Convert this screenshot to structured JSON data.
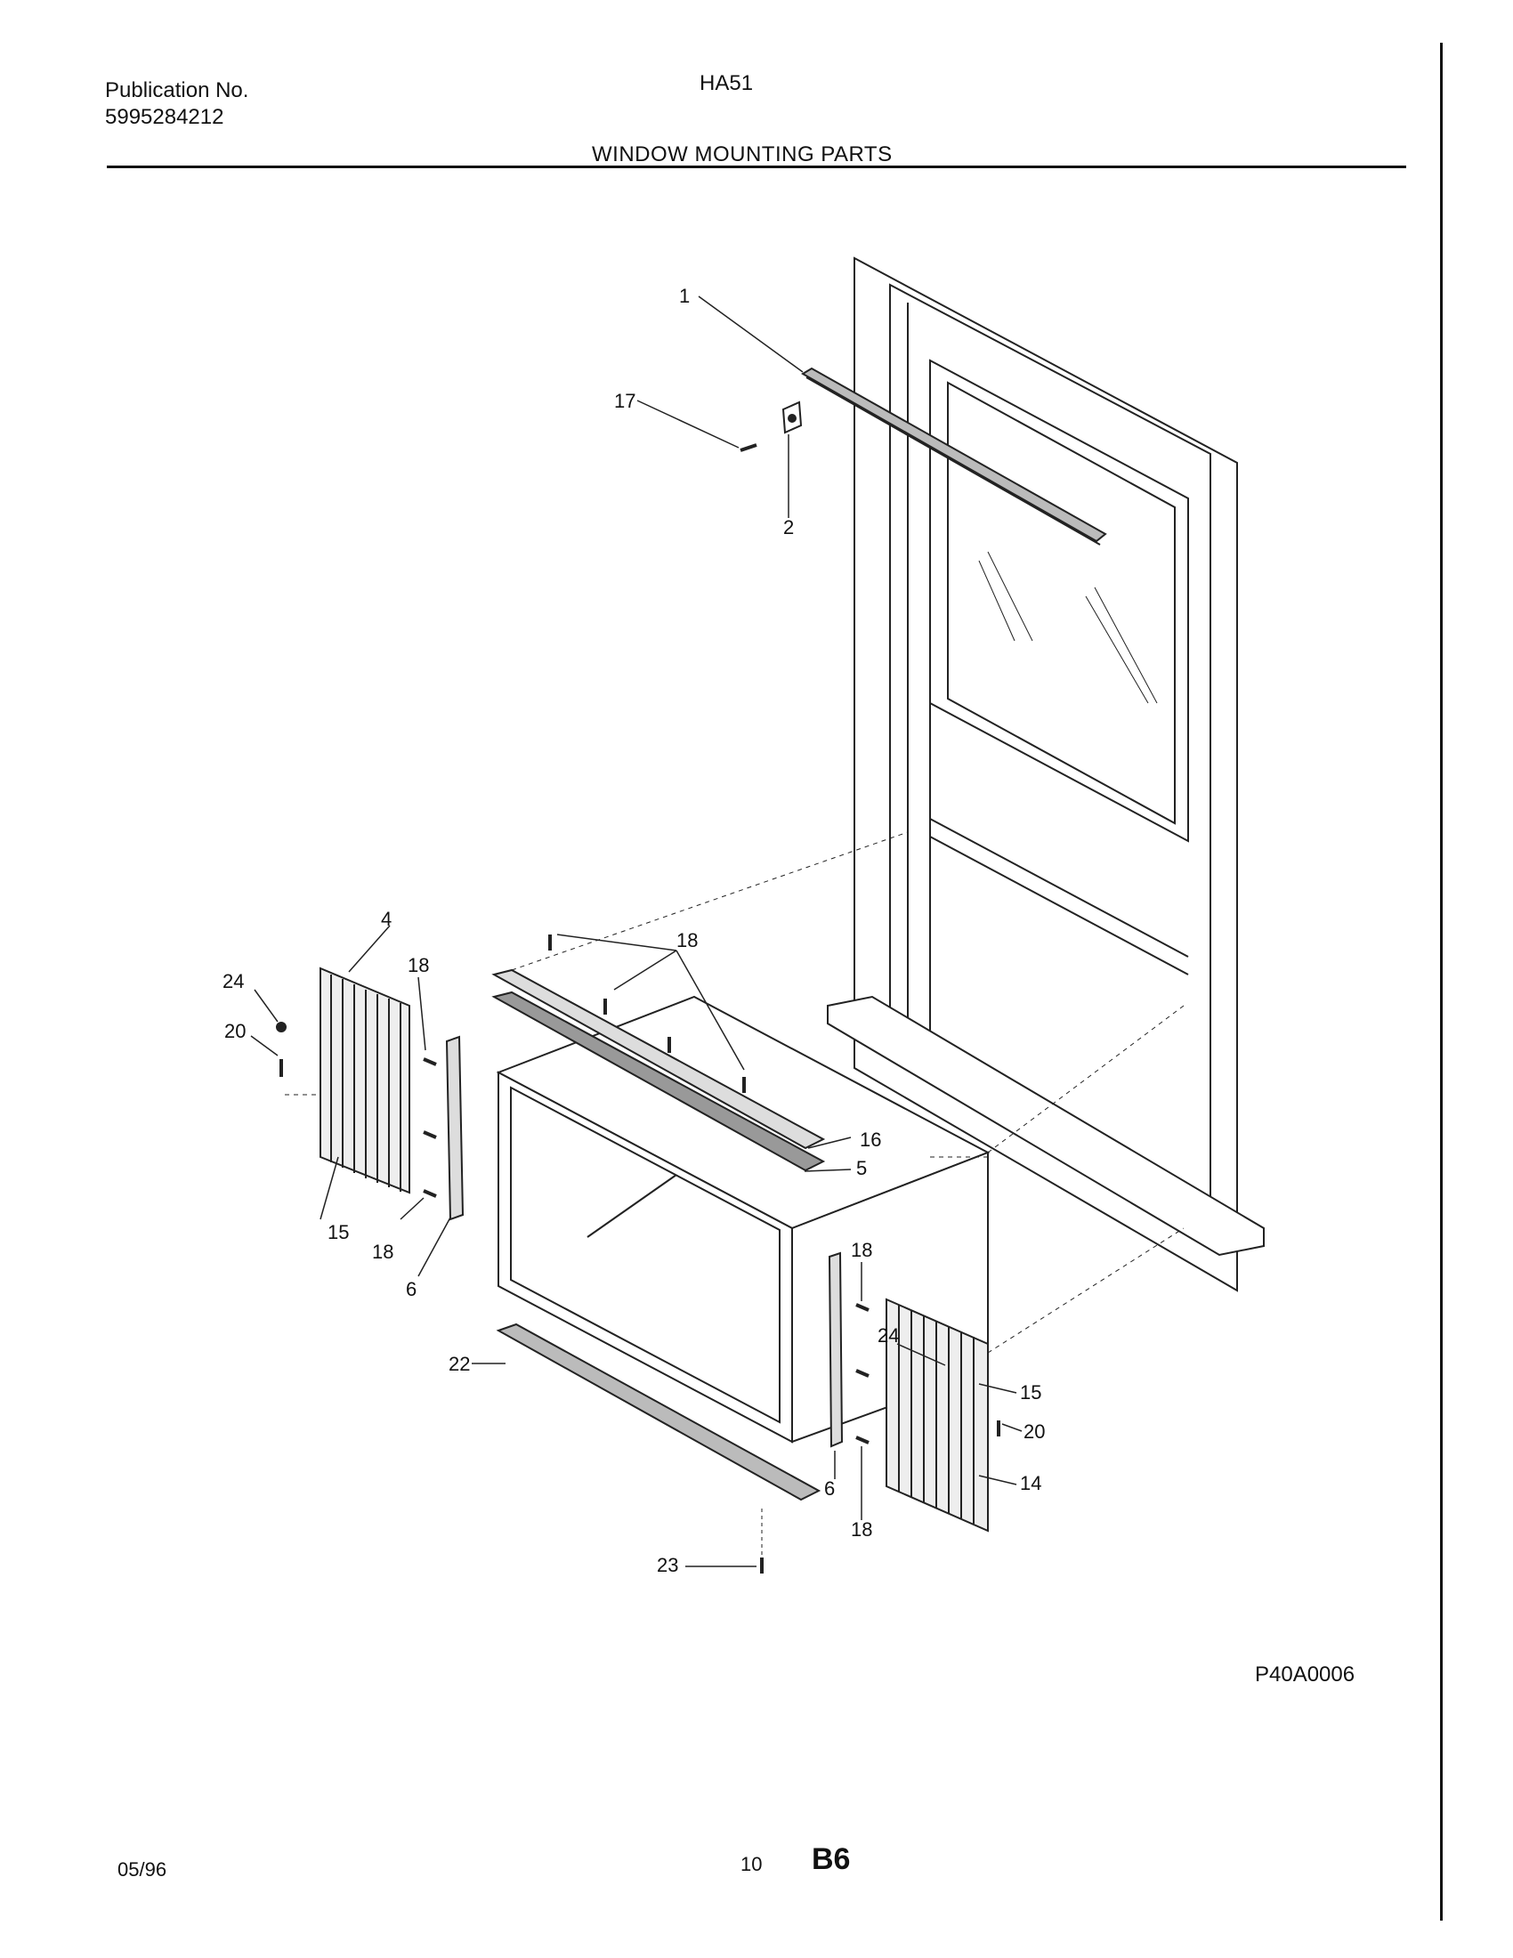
{
  "header": {
    "publication_label": "Publication No.",
    "publication_number": "5995284212",
    "model": "HA51",
    "section_title": "WINDOW MOUNTING PARTS"
  },
  "figure": {
    "code": "P40A0006",
    "callouts": {
      "c1": "1",
      "c17": "17",
      "c2": "2",
      "c4": "4",
      "c24a": "24",
      "c20a": "20",
      "c18a": "18",
      "c18b": "18",
      "c18c": "18",
      "c18d": "18",
      "c18e": "18",
      "c16": "16",
      "c5": "5",
      "c15a": "15",
      "c6a": "6",
      "c22": "22",
      "c23": "23",
      "c24b": "24",
      "c15b": "15",
      "c20b": "20",
      "c14": "14",
      "c6b": "6"
    }
  },
  "footer": {
    "date": "05/96",
    "page": "10",
    "revision": "B6"
  }
}
